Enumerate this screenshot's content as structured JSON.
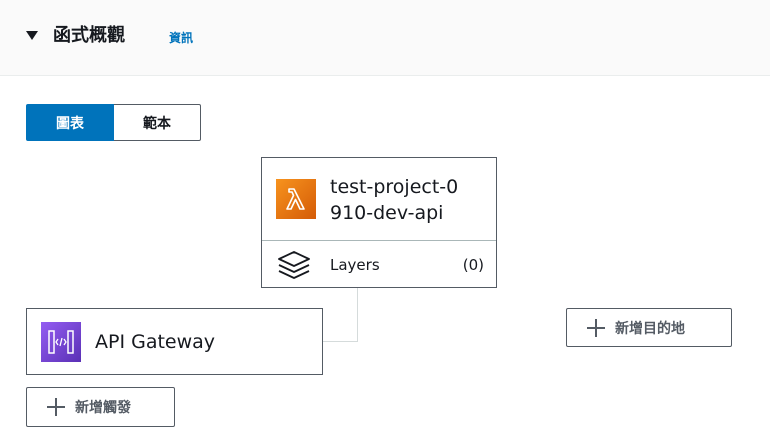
{
  "header": {
    "title": "函式概觀",
    "info_link": "資訊"
  },
  "view_toggle": {
    "options": [
      "圖表",
      "範本"
    ],
    "selected": "圖表"
  },
  "function_card": {
    "name": "test-project-0910-dev-api",
    "icon": "lambda-icon",
    "layers_label": "Layers",
    "layers_count": "(0)"
  },
  "trigger_card": {
    "name": "API Gateway",
    "icon": "api-gateway-icon"
  },
  "buttons": {
    "add_trigger": "新增觸發",
    "add_destination": "新增目的地"
  },
  "colors": {
    "accent": "#0073bb",
    "lambda": "#e7751c",
    "api_gateway": "#7c47d9"
  }
}
